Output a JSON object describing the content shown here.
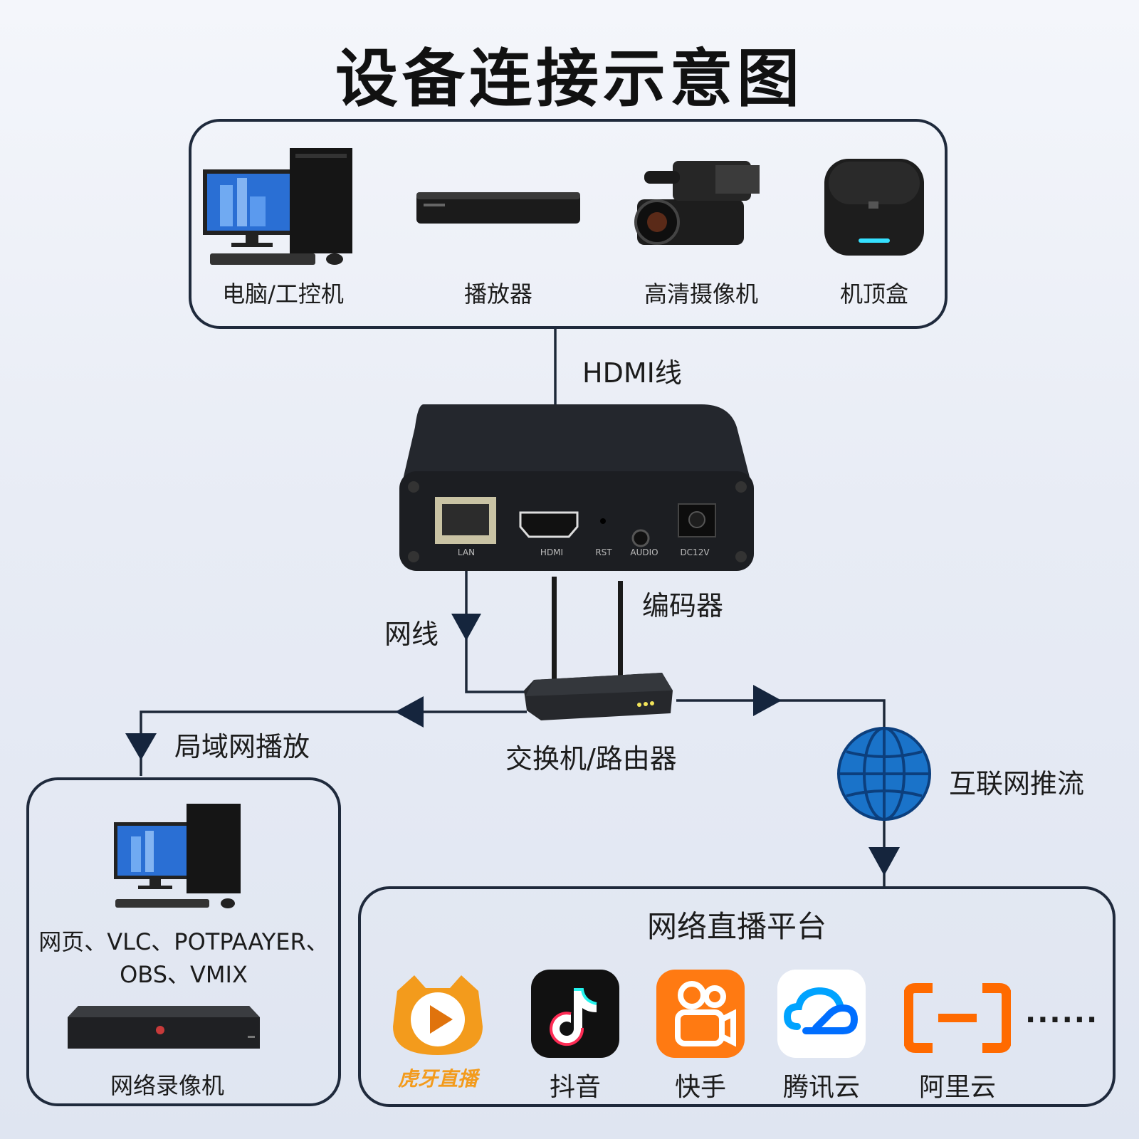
{
  "title": "设备连接示意图",
  "sources": [
    {
      "label": "电脑/工控机",
      "icon": "desktop-computer-icon"
    },
    {
      "label": "播放器",
      "icon": "media-player-icon"
    },
    {
      "label": "高清摄像机",
      "icon": "camcorder-icon"
    },
    {
      "label": "机顶盒",
      "icon": "set-top-box-icon"
    }
  ],
  "hdmi_cable_label": "HDMI线",
  "encoder": {
    "label": "编码器",
    "ports": [
      "LAN",
      "HDMI",
      "RST",
      "AUDIO",
      "DC12V"
    ]
  },
  "network_cable_label": "网线",
  "switch_label": "交换机/路由器",
  "lan_play_label": "局域网播放",
  "internet_push_label": "互联网推流",
  "lan_panel": {
    "clients_text_line1": "网页、VLC、POTPAAYER、",
    "clients_text_line2": "OBS、VMIX",
    "recorder_label": "网络录像机"
  },
  "platform_panel": {
    "title": "网络直播平台",
    "platforms": [
      {
        "label": "",
        "logo_text": "虎牙直播",
        "color": "#f39b1c"
      },
      {
        "label": "抖音",
        "color": "#111111"
      },
      {
        "label": "快手",
        "color": "#ff7a12"
      },
      {
        "label": "腾讯云",
        "color": "#1e90ff"
      },
      {
        "label": "阿里云",
        "color": "#ff6a00"
      }
    ],
    "more": "......"
  },
  "colors": {
    "line": "#1d2838",
    "arrow": "#15253d",
    "globe": "#1a73c9"
  }
}
